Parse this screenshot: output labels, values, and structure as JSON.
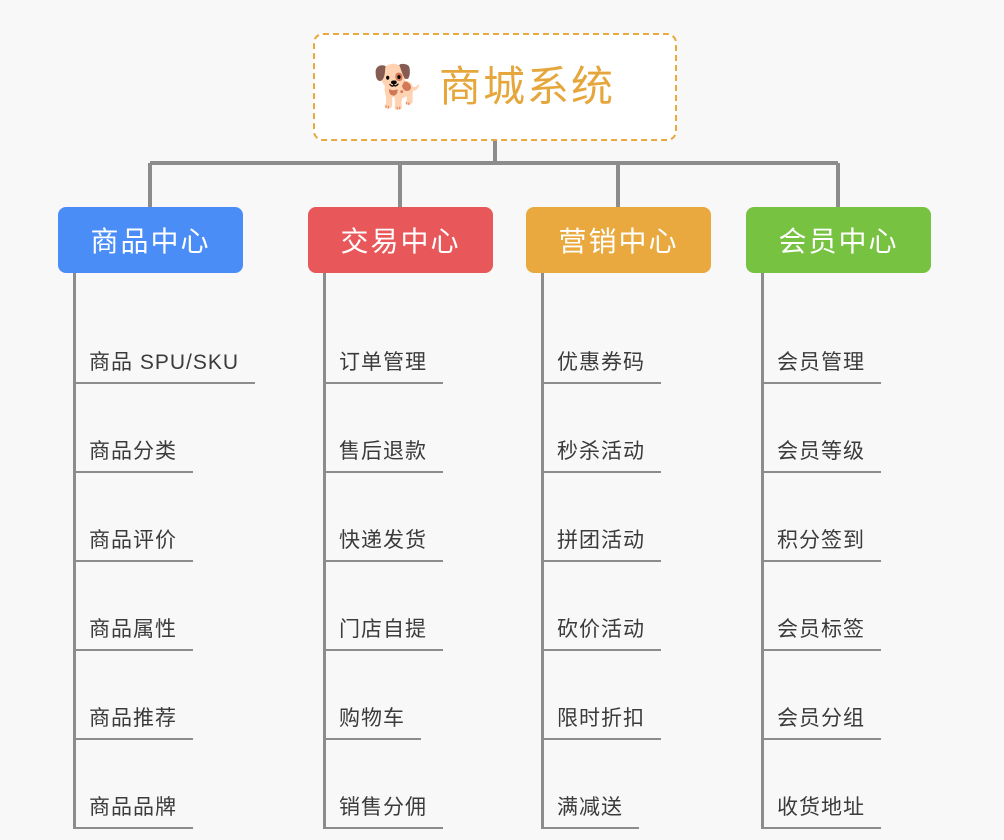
{
  "diagram": {
    "type": "org-chart",
    "background_color": "#f8f8f8",
    "connector_color": "#8c8c8c"
  },
  "root": {
    "emoji": "dog-face-emoji",
    "emoji_glyph": "🐕",
    "title": "商城系统",
    "border_color": "#e9a93e",
    "text_color": "#e5a63c",
    "background_color": "#ffffff"
  },
  "categories": [
    {
      "label": "商品中心",
      "color": "#4a8df6",
      "items": [
        "商品 SPU/SKU",
        "商品分类",
        "商品评价",
        "商品属性",
        "商品推荐",
        "商品品牌"
      ]
    },
    {
      "label": "交易中心",
      "color": "#e8585a",
      "items": [
        "订单管理",
        "售后退款",
        "快递发货",
        "门店自提",
        "购物车",
        "销售分佣"
      ]
    },
    {
      "label": "营销中心",
      "color": "#e9a93e",
      "items": [
        "优惠券码",
        "秒杀活动",
        "拼团活动",
        "砍价活动",
        "限时折扣",
        "满减送"
      ]
    },
    {
      "label": "会员中心",
      "color": "#77c341",
      "items": [
        "会员管理",
        "会员等级",
        "积分签到",
        "会员标签",
        "会员分组",
        "收货地址"
      ]
    }
  ]
}
